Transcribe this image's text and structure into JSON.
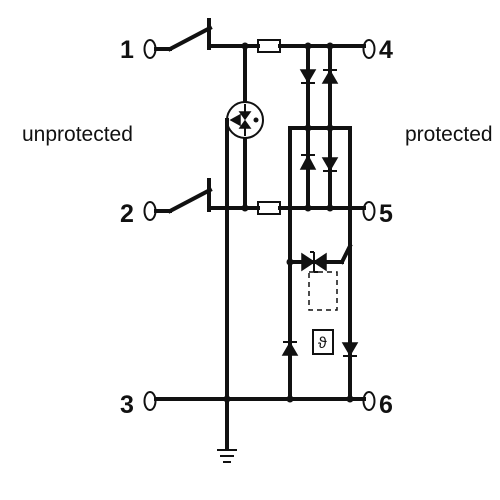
{
  "diagram": {
    "terminals": [
      "1",
      "2",
      "3",
      "4",
      "5",
      "6"
    ],
    "sides": {
      "left": "unprotected",
      "right": "protected"
    },
    "thermal_symbol": "ϑ",
    "ground_icon": "ground-icon"
  }
}
